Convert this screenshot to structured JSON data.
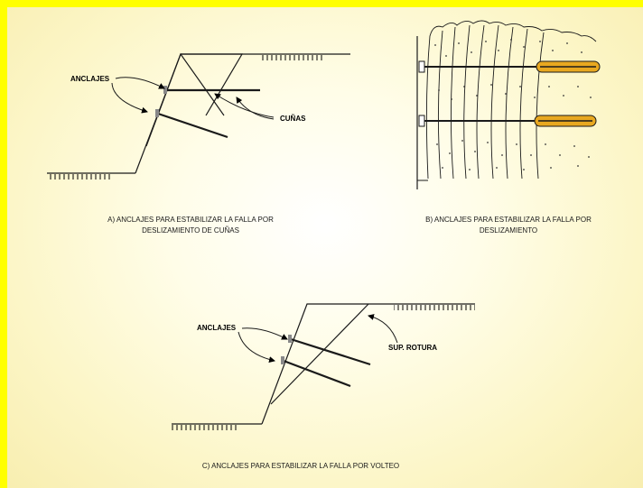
{
  "diagram_a": {
    "label_anclajes": "ANCLAJES",
    "label_cunas": "CUÑAS",
    "caption_line1": "A) ANCLAJES PARA ESTABILIZAR LA FALLA POR",
    "caption_line2": "DESLIZAMIENTO DE CUÑAS"
  },
  "diagram_b": {
    "caption_line1": "B) ANCLAJES PARA ESTABILIZAR LA FALLA POR",
    "caption_line2": "DESLIZAMIENTO",
    "grout_color": "#e8a820"
  },
  "diagram_c": {
    "label_anclajes": "ANCLAJES",
    "label_rotura": "SUP. ROTURA",
    "caption": "C) ANCLAJES PARA ESTABILIZAR LA FALLA POR VOLTEO"
  },
  "colors": {
    "border": "#ffff00",
    "background": "#fcf6c8",
    "line": "#1a1a1a"
  }
}
